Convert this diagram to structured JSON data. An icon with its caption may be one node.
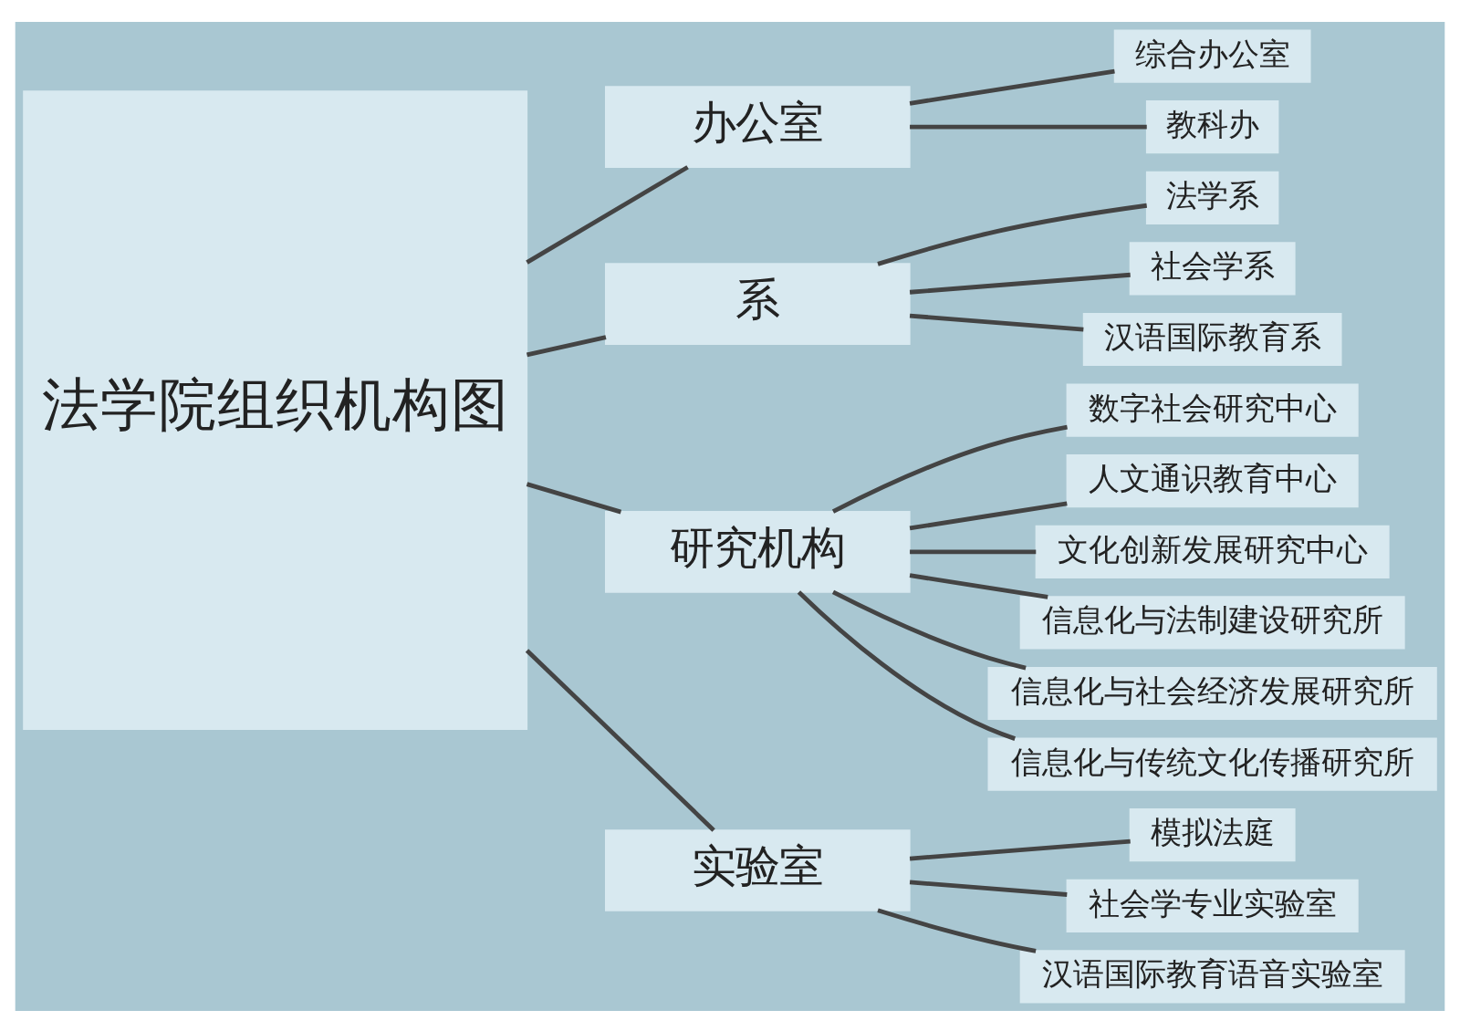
{
  "diagram": {
    "nodes": [
      {
        "text": [
          "法学院组织机构图"
        ]
      },
      {
        "text": [
          "办公室"
        ]
      },
      {
        "text": [
          "综合办公室"
        ]
      },
      {
        "text": [
          "教科办"
        ]
      },
      {
        "text": [
          "系"
        ]
      },
      {
        "text": [
          "法学系"
        ]
      },
      {
        "text": [
          "社会学系"
        ]
      },
      {
        "text": [
          "汉语国际教育系"
        ]
      },
      {
        "text": [
          "研究机构"
        ]
      },
      {
        "text": [
          "数字社会研究中心"
        ]
      },
      {
        "text": [
          "人文通识教育中心"
        ]
      },
      {
        "text": [
          "文化创新发展研究中心"
        ]
      },
      {
        "text": [
          "信息化与法制建设研究所"
        ]
      },
      {
        "text": [
          "信息化与社会经济发展研究所"
        ]
      },
      {
        "text": [
          "信息化与传统文化传播研究所"
        ]
      },
      {
        "text": [
          "实验室"
        ]
      },
      {
        "text": [
          "模拟法庭"
        ]
      },
      {
        "text": [
          "社会学专业实验室"
        ]
      },
      {
        "text": [
          "汉语国际教育语音实验室"
        ]
      }
    ],
    "edges": [
      {
        "from": 0,
        "to": 1,
        "arrow": "none"
      },
      {
        "from": 0,
        "to": 4,
        "arrow": "none"
      },
      {
        "from": 0,
        "to": 8,
        "arrow": "none"
      },
      {
        "from": 0,
        "to": 15,
        "arrow": "none"
      },
      {
        "from": 1,
        "to": 2,
        "arrow": "none"
      },
      {
        "from": 1,
        "to": 3,
        "arrow": "none"
      },
      {
        "from": 4,
        "to": 5,
        "arrow": "none"
      },
      {
        "from": 4,
        "to": 6,
        "arrow": "none"
      },
      {
        "from": 4,
        "to": 7,
        "arrow": "none"
      },
      {
        "from": 8,
        "to": 9,
        "arrow": "none"
      },
      {
        "from": 8,
        "to": 10,
        "arrow": "none"
      },
      {
        "from": 8,
        "to": 11,
        "arrow": "none"
      },
      {
        "from": 8,
        "to": 12,
        "arrow": "none"
      },
      {
        "from": 8,
        "to": 13,
        "arrow": "none"
      },
      {
        "from": 8,
        "to": 14,
        "arrow": "none"
      },
      {
        "from": 15,
        "to": 16,
        "arrow": "none"
      },
      {
        "from": 15,
        "to": 17,
        "arrow": "none"
      },
      {
        "from": 15,
        "to": 18,
        "arrow": "none"
      }
    ]
  }
}
